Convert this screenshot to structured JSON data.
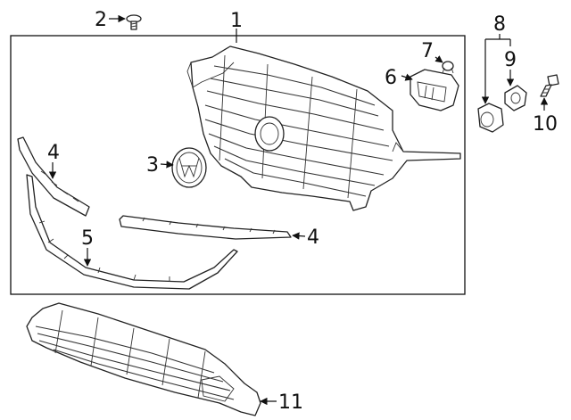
{
  "colors": {
    "line": "#111111",
    "background": "#ffffff"
  },
  "callouts": [
    {
      "id": "c1",
      "number": "1"
    },
    {
      "id": "c2",
      "number": "2"
    },
    {
      "id": "c3",
      "number": "3"
    },
    {
      "id": "c4a",
      "number": "4"
    },
    {
      "id": "c4b",
      "number": "4"
    },
    {
      "id": "c5",
      "number": "5"
    },
    {
      "id": "c6",
      "number": "6"
    },
    {
      "id": "c7",
      "number": "7"
    },
    {
      "id": "c8",
      "number": "8"
    },
    {
      "id": "c9",
      "number": "9"
    },
    {
      "id": "c10",
      "number": "10"
    },
    {
      "id": "c11",
      "number": "11"
    }
  ],
  "emblem": {
    "logo_text": "VW"
  }
}
